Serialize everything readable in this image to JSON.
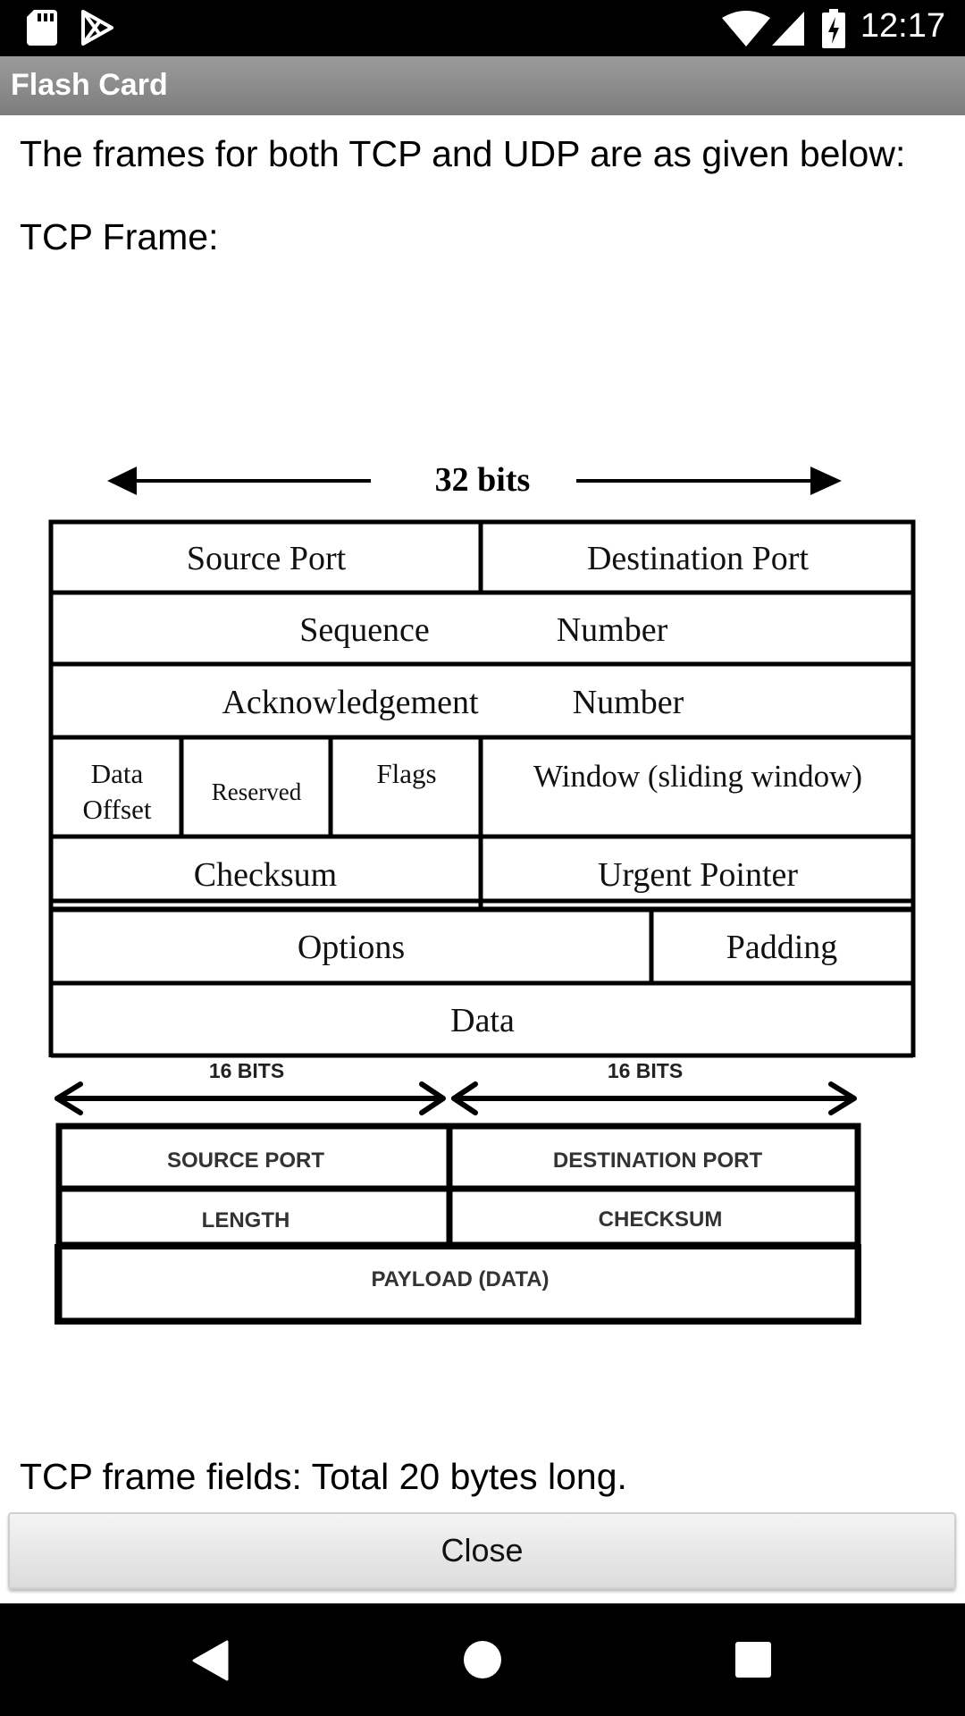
{
  "status_bar": {
    "time": "12:17",
    "icons": [
      "sd-card-icon",
      "play-store-icon",
      "wifi-icon",
      "signal-icon",
      "battery-charging-icon"
    ]
  },
  "app": {
    "title": "Flash Card"
  },
  "content": {
    "intro": "The frames for both TCP and UDP are as given below:",
    "tcp_heading": "TCP Frame:",
    "footer_text": "TCP frame fields: Total 20 bytes long."
  },
  "tcp_diagram": {
    "width_label": "32 bits",
    "source_port": "Source Port",
    "destination_port": "Destination Port",
    "sequence": "Sequence",
    "sequence_number": "Number",
    "acknowledgement": "Acknowledgement",
    "acknowledgement_number": "Number",
    "data_offset_1": "Data",
    "data_offset_2": "Offset",
    "reserved": "Reserved",
    "flags": "Flags",
    "window": "Window (sliding window)",
    "checksum": "Checksum",
    "urgent_pointer": "Urgent Pointer",
    "options": "Options",
    "padding": "Padding",
    "data": "Data"
  },
  "udp_diagram": {
    "left_bits": "16 BITS",
    "right_bits": "16 BITS",
    "source_port": "SOURCE PORT",
    "destination_port": "DESTINATION PORT",
    "length": "LENGTH",
    "checksum": "CHECKSUM",
    "payload": "PAYLOAD (DATA)"
  },
  "actions": {
    "close_label": "Close"
  },
  "nav": {
    "icons": [
      "back-icon",
      "home-icon",
      "recents-icon"
    ]
  }
}
